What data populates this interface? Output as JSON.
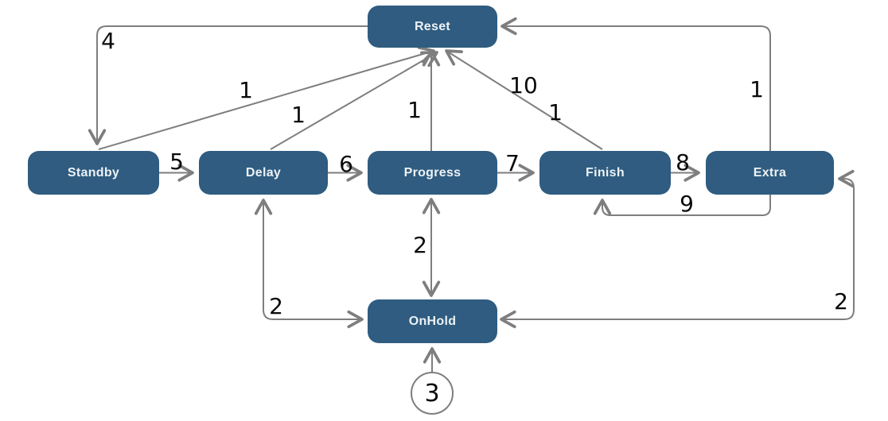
{
  "diagram": {
    "type": "state-transition-diagram",
    "nodes": [
      {
        "id": "reset",
        "label": "Reset"
      },
      {
        "id": "standby",
        "label": "Standby"
      },
      {
        "id": "delay",
        "label": "Delay"
      },
      {
        "id": "progress",
        "label": "Progress"
      },
      {
        "id": "finish",
        "label": "Finish"
      },
      {
        "id": "extra",
        "label": "Extra"
      },
      {
        "id": "onhold",
        "label": "OnHold"
      }
    ],
    "start_marker": {
      "shape": "circle",
      "label": "3",
      "connects_to": "OnHold"
    },
    "edges": [
      {
        "from": "Reset",
        "to": "Standby",
        "label": "4"
      },
      {
        "from": "Standby",
        "to": "Delay",
        "label": "5"
      },
      {
        "from": "Delay",
        "to": "Progress",
        "label": "6"
      },
      {
        "from": "Progress",
        "to": "Finish",
        "label": "7"
      },
      {
        "from": "Finish",
        "to": "Extra",
        "label": "8"
      },
      {
        "from": "Extra",
        "to": "Finish",
        "label": "9"
      },
      {
        "from": "Standby",
        "to": "Reset",
        "label": "1"
      },
      {
        "from": "Delay",
        "to": "Reset",
        "label": "1"
      },
      {
        "from": "Progress",
        "to": "Reset",
        "label": "1"
      },
      {
        "from": "Finish",
        "to": "Reset",
        "label": "10"
      },
      {
        "from": "Finish",
        "to": "Reset",
        "label": "1"
      },
      {
        "from": "Extra",
        "to": "Reset",
        "label": "1"
      },
      {
        "from": "Delay",
        "to": "OnHold",
        "label": "2",
        "bidirectional": true
      },
      {
        "from": "Progress",
        "to": "OnHold",
        "label": "2",
        "bidirectional": true
      },
      {
        "from": "Extra",
        "to": "OnHold",
        "label": "2",
        "bidirectional": true
      },
      {
        "from": "start",
        "to": "OnHold",
        "label": ""
      }
    ],
    "colors": {
      "node_fill": "#2F5C80",
      "node_text": "#EDF2F6",
      "edge_stroke": "#7E7E7E",
      "edge_label_text": "#0A0A0A",
      "background": "#FFFFFF"
    }
  }
}
